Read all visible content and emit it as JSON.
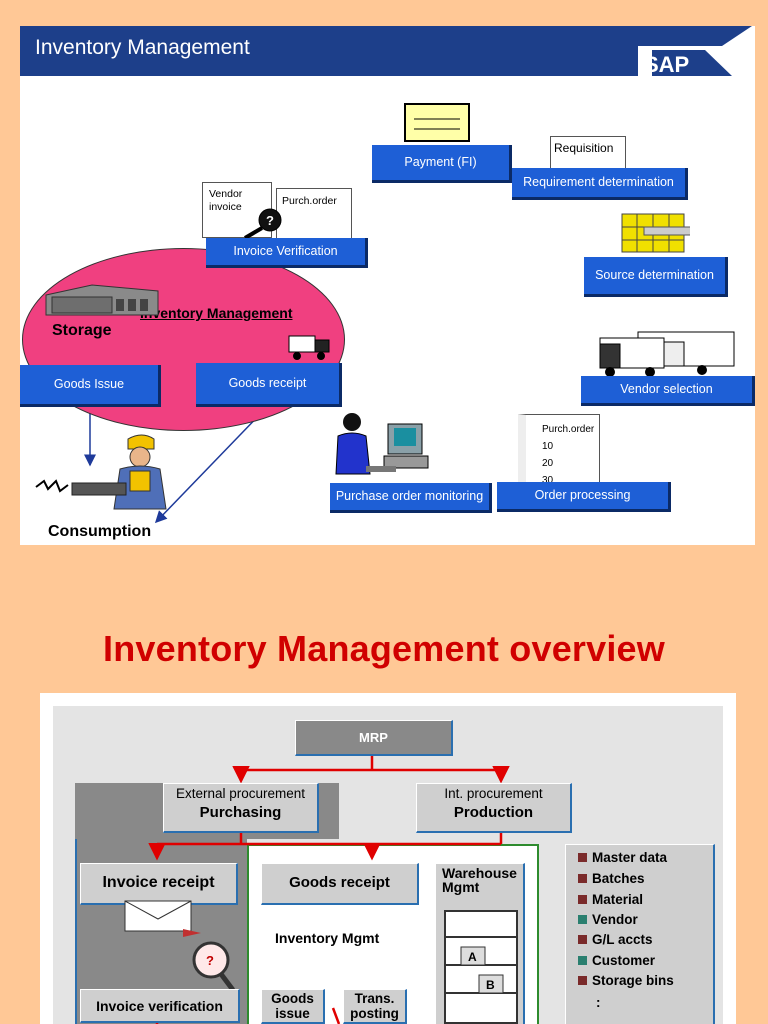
{
  "top_panel": {
    "header_title": "Inventory Management",
    "logo_text": "SAP",
    "ellipse_label": "Inventory Management",
    "storage_label": "Storage",
    "consumption_label": "Consumption",
    "boxes": {
      "payment": "Payment (FI)",
      "requirement": "Requirement determination",
      "invoice_verification": "Invoice Verification",
      "source_determination": "Source determination",
      "goods_issue": "Goods Issue",
      "goods_receipt": "Goods receipt",
      "vendor_selection": "Vendor selection",
      "po_monitoring": "Purchase order monitoring",
      "order_processing": "Order processing"
    },
    "documents": {
      "requisition": "Requisition",
      "vendor_invoice": "Vendor invoice",
      "purch_order_small": "Purch.order",
      "purch_order_large": "Purch.order",
      "po_lines": [
        "10",
        "20",
        "30"
      ]
    }
  },
  "section_title": "Inventory Management overview",
  "bottom_panel": {
    "mrp": "MRP",
    "external_procurement": "External procurement",
    "purchasing": "Purchasing",
    "int_procurement": "Int. procurement",
    "production": "Production",
    "invoice_receipt": "Invoice receipt",
    "invoice_verification": "Invoice verification",
    "goods_receipt": "Goods receipt",
    "inventory_mgmt": "Inventory Mgmt",
    "goods_issue": "Goods issue",
    "trans_posting": "Trans. posting",
    "warehouse_mgmt": "Warehouse Mgmt",
    "bin_a": "A",
    "bin_b": "B",
    "legend": [
      "Master data",
      "Batches",
      "Material",
      "Vendor",
      "G/L accts",
      "Customer",
      "Storage bins"
    ],
    "legend_more": ":"
  },
  "colors": {
    "background": "#FFC896",
    "header_blue": "#1D3F8A",
    "box_blue": "#1E5FD6",
    "ellipse_pink": "#F04080",
    "title_red": "#D00000",
    "flow_red": "#E00000",
    "grey_box": "#CFCFCF"
  }
}
